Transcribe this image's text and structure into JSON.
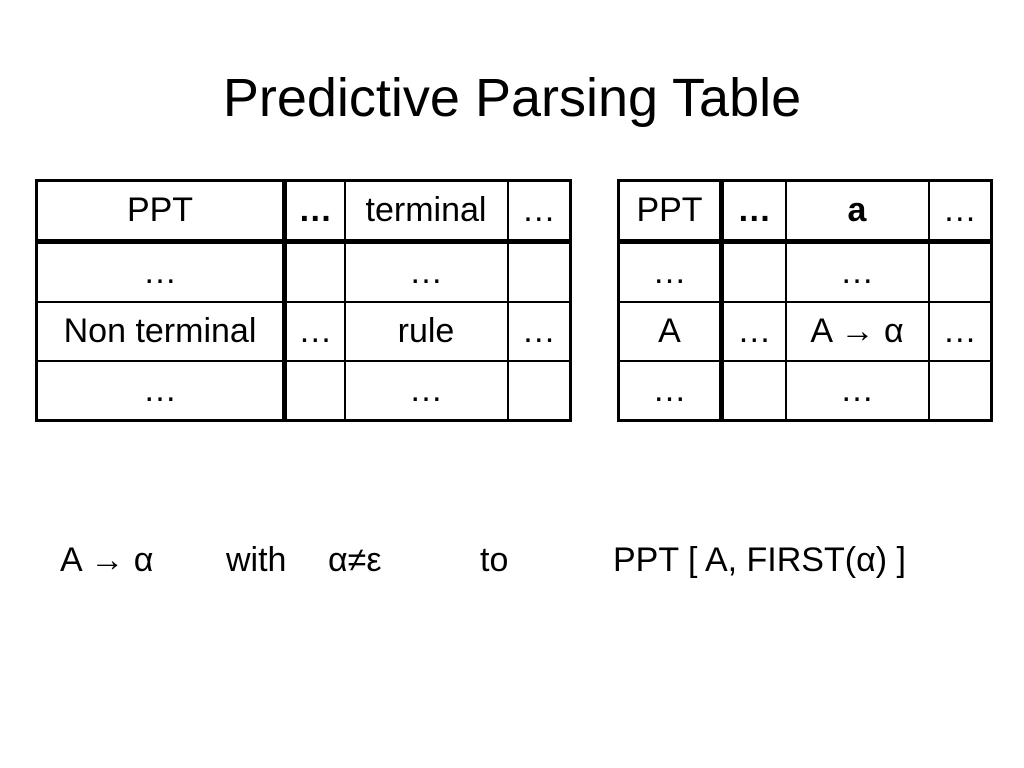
{
  "title": "Predictive Parsing Table",
  "generic_table": {
    "header": [
      "PPT",
      "…",
      "terminal",
      "…"
    ],
    "rows": [
      [
        "…",
        "",
        "…",
        ""
      ],
      [
        "Non terminal",
        "…",
        "rule",
        "…"
      ],
      [
        "…",
        "",
        "…",
        ""
      ]
    ]
  },
  "example_table": {
    "header": [
      "PPT",
      "…",
      "a",
      "…"
    ],
    "rows": [
      [
        "…",
        "",
        "…",
        ""
      ],
      [
        "A",
        "…",
        "A →  α",
        "…"
      ],
      [
        "…",
        "",
        "…",
        ""
      ]
    ]
  },
  "formula": {
    "rule": "A →  α",
    "with": "with",
    "condition": "α≠ε",
    "to": "to",
    "target": "PPT [ A, FIRST(α) ]"
  }
}
